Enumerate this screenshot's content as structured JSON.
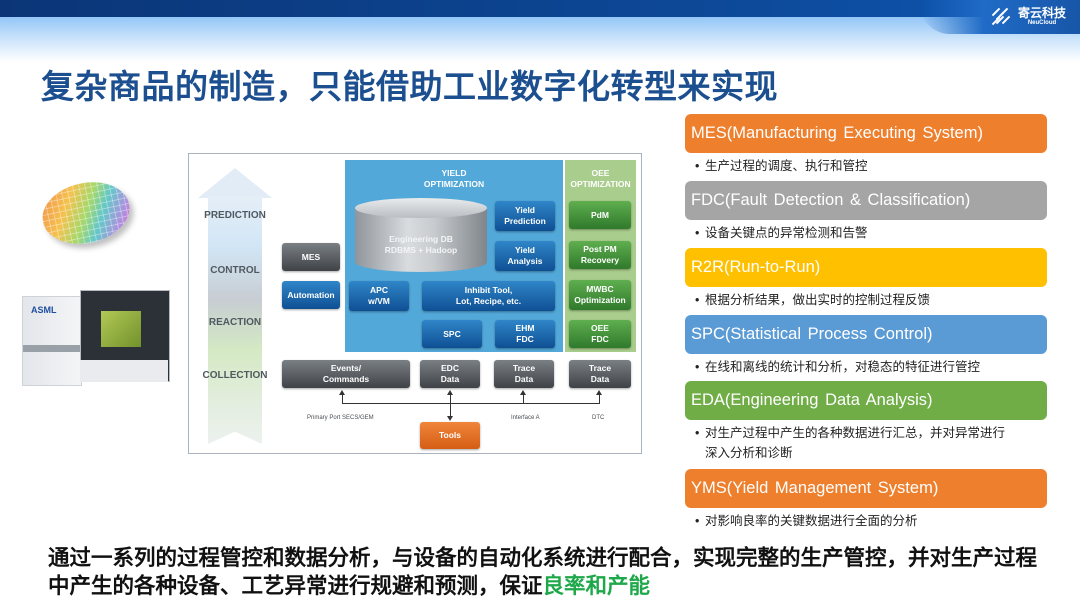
{
  "brand": {
    "name_cn": "寄云科技",
    "name_en": "NeuCloud",
    "logo_icon": "neucloud-logo-icon"
  },
  "title": "复杂商品的制造，只能借助工业数字化转型来实现",
  "images": {
    "wafer": "silicon-wafer-image",
    "machine": "asml-lithography-machine-image",
    "machine_label": "ASML"
  },
  "diagram": {
    "levels": [
      "PREDICTION",
      "CONTROL",
      "REACTION",
      "COLLECTION"
    ],
    "yield_zone_title": [
      "YIELD",
      "OPTIMIZATION"
    ],
    "oee_zone_title": [
      "OEE",
      "OPTIMIZATION"
    ],
    "engineering_db": [
      "Engineering DB",
      "RDBMS + Hadoop"
    ],
    "boxes": {
      "mes": "MES",
      "automation": "Automation",
      "apc": [
        "APC",
        "w/VM"
      ],
      "inhibit": [
        "Inhibit Tool,",
        "Lot, Recipe, etc."
      ],
      "spc": "SPC",
      "ehm_fdc": [
        "EHM",
        "FDC"
      ],
      "yield_prediction": [
        "Yield",
        "Prediction"
      ],
      "yield_analysis": [
        "Yield",
        "Analysis"
      ],
      "pdm": "PdM",
      "post_pm": [
        "Post PM",
        "Recovery"
      ],
      "mwbc": [
        "MWBC",
        "Optimization"
      ],
      "oee_fdc": [
        "OEE",
        "FDC"
      ],
      "events": [
        "Events/",
        "Commands"
      ],
      "edc": [
        "EDC",
        "Data"
      ],
      "trace1": [
        "Trace",
        "Data"
      ],
      "trace2": [
        "Trace",
        "Data"
      ],
      "tools": "Tools"
    },
    "interfaces": [
      "Primary Port SECS/GEM",
      "Interface A",
      "DTC"
    ]
  },
  "systems": [
    {
      "label": "MES(Manufacturing  Executing  System)",
      "color": "#ee7f2d",
      "desc": [
        "生产过程的调度、执行和管控"
      ]
    },
    {
      "label": "FDC(Fault Detection & Classification)",
      "color": "#a5a5a5",
      "desc": [
        "设备关键点的异常检测和告警"
      ]
    },
    {
      "label": "R2R(Run-to-Run)",
      "color": "#ffc000",
      "desc": [
        "根据分析结果，做出实时的控制过程反馈"
      ]
    },
    {
      "label": "SPC(Statistical Process Control)",
      "color": "#5b9bd5",
      "desc": [
        "在线和离线的统计和分析，对稳态的特征进行管控"
      ]
    },
    {
      "label": "EDA(Engineering  Data Analysis)",
      "color": "#70ad47",
      "desc": [
        "对生产过程中产生的各种数据进行汇总，并对异常进行",
        "深入分析和诊断"
      ]
    },
    {
      "label": "YMS(Yield Management  System)",
      "color": "#ee7f2d",
      "desc": [
        "对影响良率的关键数据进行全面的分析"
      ]
    }
  ],
  "summary": {
    "text": "通过一系列的过程管控和数据分析，与设备的自动化系统进行配合，实现完整的生产管控，并对生产过程中产生的各种设备、工艺异常进行规避和预测，保证",
    "highlight": "良率和产能",
    "highlight_color": "#1ea84a"
  }
}
